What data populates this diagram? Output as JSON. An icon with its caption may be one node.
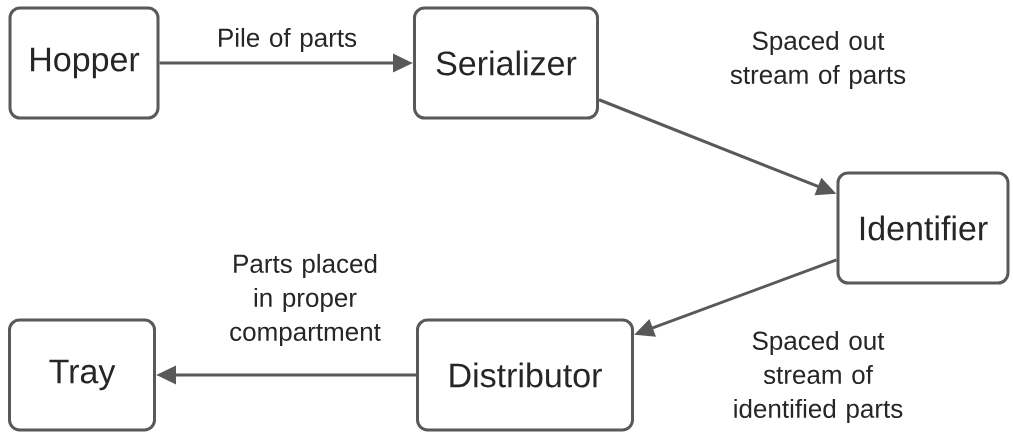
{
  "diagram": {
    "nodes": [
      {
        "text": [
          "Hopper"
        ]
      },
      {
        "text": [
          "Serializer"
        ]
      },
      {
        "text": [
          "Identifier"
        ]
      },
      {
        "text": [
          "Tray"
        ]
      },
      {
        "text": [
          "Distributor"
        ]
      }
    ],
    "edges": [
      {
        "from": 0,
        "to": 1,
        "arrow": "to",
        "label": "Pile of parts"
      },
      {
        "from": 1,
        "to": 2,
        "arrow": "to",
        "label": "Spaced out stream of parts"
      },
      {
        "from": 2,
        "to": 4,
        "arrow": "to",
        "label": "Spaced out stream of identified parts"
      },
      {
        "from": 4,
        "to": 3,
        "arrow": "to",
        "label": "Parts placed in proper compartment"
      }
    ]
  }
}
